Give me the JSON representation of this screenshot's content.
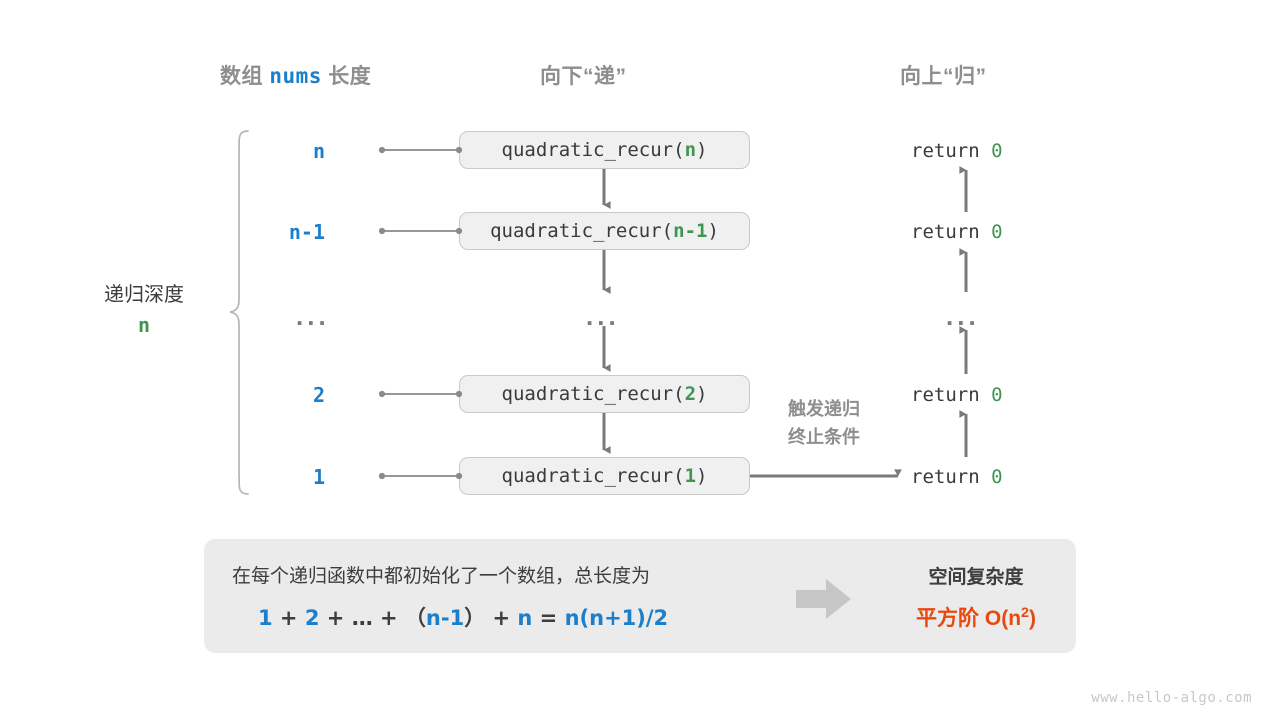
{
  "headers": {
    "left_prefix": "数组 ",
    "left_mono": "nums",
    "left_suffix": " 长度",
    "middle": "向下“递”",
    "right": "向上“归”"
  },
  "depth": {
    "title": "递归深度",
    "value": "n"
  },
  "rows": [
    {
      "array_len": "n",
      "call_prefix": "quadratic_recur(",
      "call_arg": "n",
      "call_suffix": ")",
      "return_text": "return ",
      "return_value": "0"
    },
    {
      "array_len": "n-1",
      "call_prefix": "quadratic_recur(",
      "call_arg": "n-1",
      "call_suffix": ")",
      "return_text": "return ",
      "return_value": "0"
    },
    {
      "array_len": "...",
      "call_prefix": "...",
      "call_arg": "",
      "call_suffix": "",
      "return_text": "...",
      "return_value": ""
    },
    {
      "array_len": "2",
      "call_prefix": "quadratic_recur(",
      "call_arg": "2",
      "call_suffix": ")",
      "return_text": "return ",
      "return_value": "0"
    },
    {
      "array_len": "1",
      "call_prefix": "quadratic_recur(",
      "call_arg": "1",
      "call_suffix": ")",
      "return_text": "return ",
      "return_value": "0"
    }
  ],
  "trigger_note": {
    "line1": "触发递归",
    "line2": "终止条件"
  },
  "summary": {
    "description": "在每个递归函数中都初始化了一个数组，总长度为",
    "formula": {
      "t1": "1",
      "o1": " + ",
      "t2": "2",
      "o2": " + ",
      "t3": "…",
      "o3": " + （",
      "t4": "n-1",
      "o4": "） + ",
      "t5": "n",
      "o5": " = ",
      "t6": "n(n+1)/2"
    },
    "right_title": "空间复杂度",
    "right_label": "平方阶 ",
    "right_big_o": "O(n",
    "right_exp": "2",
    "right_close": ")"
  },
  "watermark": "www.hello-algo.com",
  "colors": {
    "blue": "#1b7fcc",
    "green": "#3f9653",
    "orange": "#e8490f",
    "gray_text": "#8e8e8e",
    "line": "#7a7a7a",
    "box_bg": "#f0f0f0",
    "box_border": "#c9c9c9",
    "panel_bg": "#ebebeb"
  },
  "icons": {
    "flow_arrow": "block-right-arrow",
    "brace": "left-curly-brace"
  }
}
